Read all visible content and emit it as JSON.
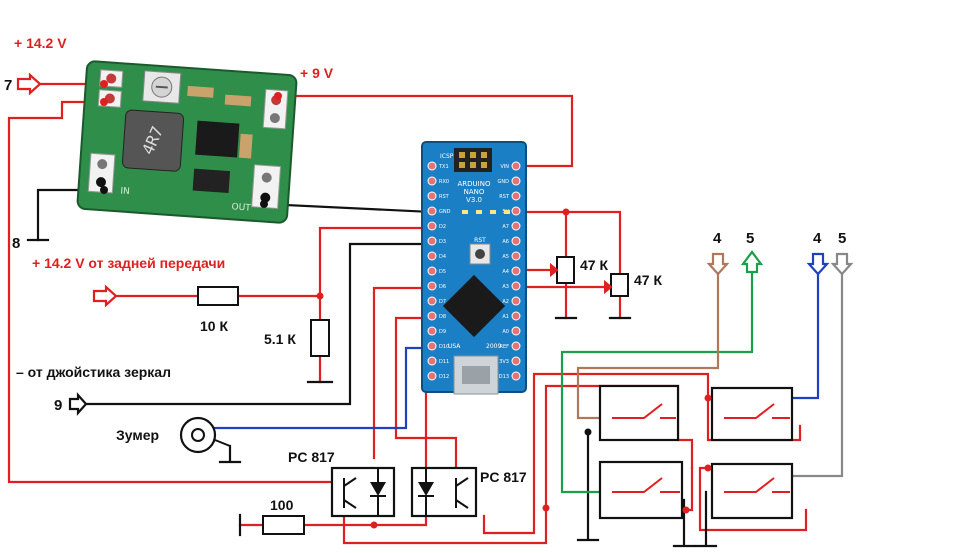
{
  "labels": {
    "v142": "+ 14.2 V",
    "pin7": "7",
    "v9": "+ 9 V",
    "pin8": "8",
    "v142_reverse": "+ 14.2 V от задней передачи",
    "r10k": "10 К",
    "r51k": "5.1 К",
    "joystick": "– от джойстика зеркал",
    "pin9": "9",
    "buzzer": "Зумер",
    "pc817_left": "PC 817",
    "pc817_right": "PC 817",
    "r100": "100",
    "pot1": "47 К",
    "pot2": "47 К",
    "c4a": "4",
    "c5a": "5",
    "c4b": "4",
    "c5b": "5"
  },
  "arduino": {
    "title_line1": "ARDUINO",
    "title_line2": "NANO",
    "title_line3": "V3.0",
    "icsp": "ICSP",
    "rst": "RST",
    "usa": "USA",
    "year": "2009",
    "left_pins": [
      "TX1",
      "RX0",
      "RST",
      "GND",
      "D2",
      "D3",
      "D4",
      "D5",
      "D6",
      "D7",
      "D8",
      "D9",
      "D10",
      "D11",
      "D12"
    ],
    "right_pins": [
      "VIN",
      "GND",
      "RST",
      "5V",
      "A7",
      "A6",
      "A5",
      "A4",
      "A3",
      "A2",
      "A1",
      "A0",
      "REF",
      "3V3",
      "D13"
    ]
  },
  "module": {
    "marking": "4R7",
    "out_label": "OUT",
    "in_label": "IN"
  },
  "colors": {
    "wire_red": "#e02020",
    "wire_black": "#111111",
    "wire_blue": "#2040c0",
    "wire_green": "#1aa04a",
    "wire_brown": "#b0785a",
    "wire_gray": "#888888",
    "board_blue": "#1a7fc4",
    "module_green": "#2f8f4a"
  }
}
